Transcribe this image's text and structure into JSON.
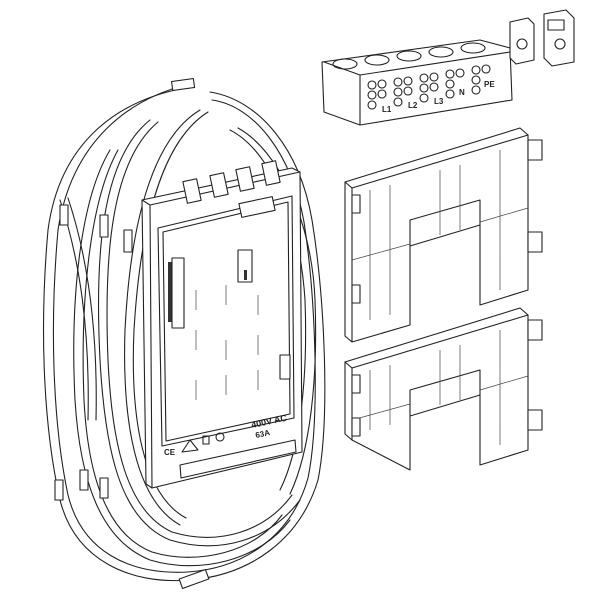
{
  "terminal_block": {
    "labels": [
      "L1",
      "L2",
      "L3",
      "N",
      "PE"
    ]
  },
  "panel": {
    "voltage": "400V AC",
    "current": "63A",
    "ce_mark": "CE"
  },
  "colors": {
    "line": "#222222",
    "background": "#ffffff"
  }
}
